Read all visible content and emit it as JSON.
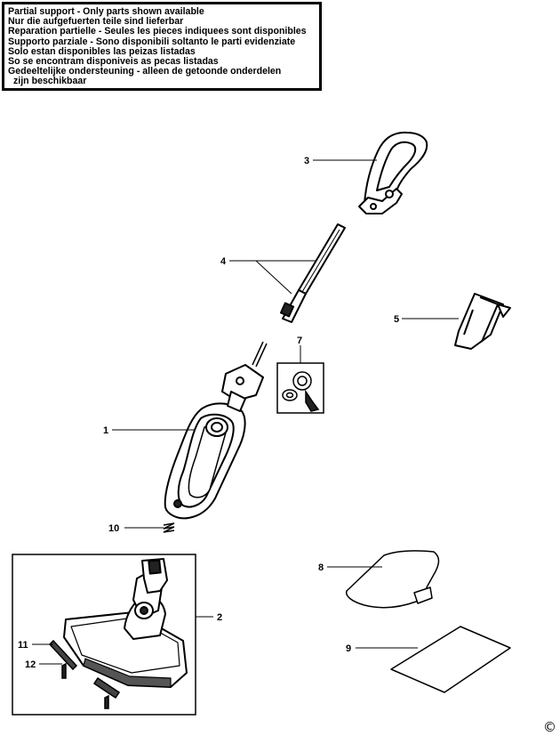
{
  "notice": {
    "lines": [
      "Partial support - Only parts shown available",
      "Nur die aufgefuerten teile sind lieferbar",
      "Reparation partielle - Seules les pieces indiquees sont disponibles",
      "Supporto parziale - Sono disponibili soltanto le parti evidenziate",
      "Solo estan disponibles las peizas listadas",
      "So se encontram disponiveis as pecas listadas",
      "Gedeeltelijke ondersteuning - alleen de getoonde onderdelen",
      "zijn beschikbaar"
    ]
  },
  "parts": {
    "p1": "1",
    "p2": "2",
    "p3": "3",
    "p4": "4",
    "p5": "5",
    "p7": "7",
    "p8": "8",
    "p9": "9",
    "p10": "10",
    "p11": "11",
    "p12": "12"
  },
  "copyright": "©"
}
